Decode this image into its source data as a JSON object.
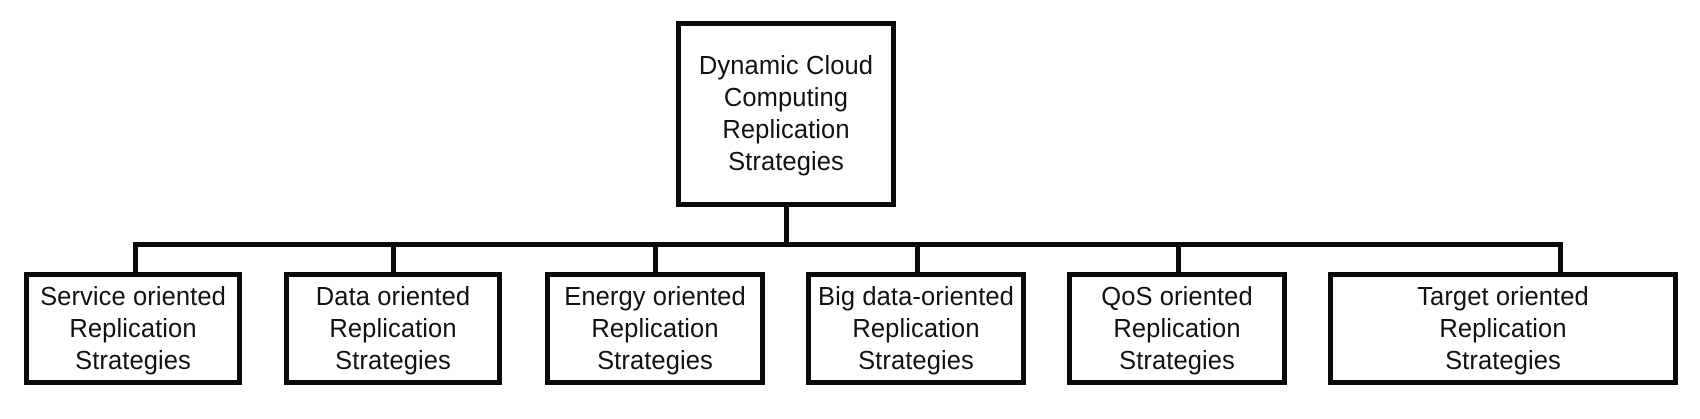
{
  "diagram": {
    "type": "hierarchy-tree",
    "orientation": "top-down",
    "root": {
      "label": "Dynamic Cloud\nComputing\nReplication\nStrategies",
      "lines": [
        "Dynamic Cloud",
        "Computing",
        "Replication",
        "Strategies"
      ]
    },
    "children": [
      {
        "label": "Service oriented\nReplication\nStrategies",
        "lines": [
          "Service oriented",
          "Replication",
          "Strategies"
        ]
      },
      {
        "label": "Data oriented\nReplication\nStrategies",
        "lines": [
          "Data oriented",
          "Replication",
          "Strategies"
        ]
      },
      {
        "label": "Energy oriented\nReplication\nStrategies",
        "lines": [
          "Energy oriented",
          "Replication",
          "Strategies"
        ]
      },
      {
        "label": "Big data-oriented\nReplication\nStrategies",
        "lines": [
          "Big data-oriented",
          "Replication",
          "Strategies"
        ]
      },
      {
        "label": "QoS oriented\nReplication\nStrategies",
        "lines": [
          "QoS oriented",
          "Replication",
          "Strategies"
        ]
      },
      {
        "label": "Target oriented\nReplication\nStrategies",
        "lines": [
          "Target oriented",
          "Replication",
          "Strategies"
        ]
      }
    ],
    "style": {
      "box_fill": "#ffffff",
      "box_border": "#0a0a0a",
      "text_color": "#111111",
      "connector_color": "#0a0a0a",
      "background": "#ffffff"
    }
  }
}
